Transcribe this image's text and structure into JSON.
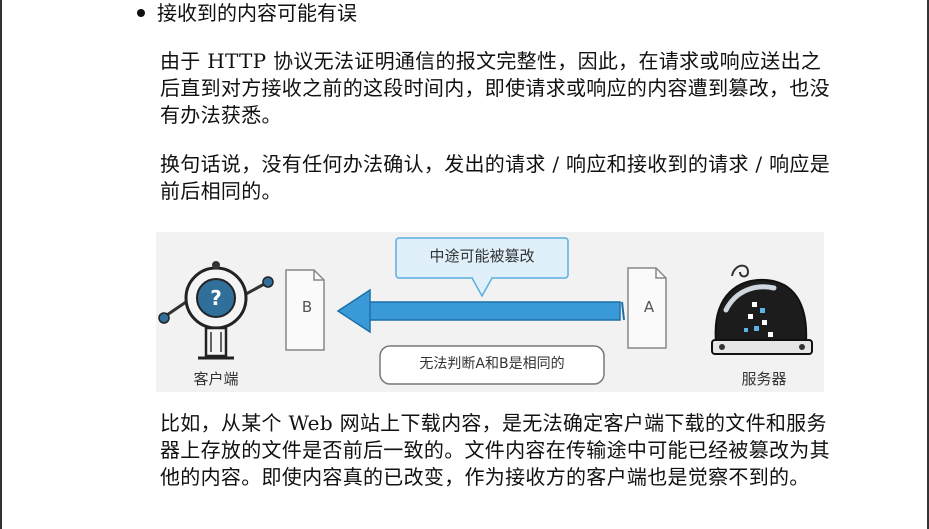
{
  "bullet": {
    "heading": "接收到的内容可能有误"
  },
  "paragraphs": {
    "p1": "由于 HTTP 协议无法证明通信的报文完整性，因此，在请求或响应送出之后直到对方接收之前的这段时间内，即使请求或响应的内容遭到篡改，也没有办法获悉。",
    "p2": "换句话说，没有任何办法确认，发出的请求 / 响应和接收到的请求 / 响应是前后相同的。",
    "p3": "比如，从某个 Web 网站上下载内容，是无法确定客户端下载的文件和服务器上存放的文件是否前后一致的。文件内容在传输途中可能已经被篡改为其他的内容。即使内容真的已改变，作为接收方的客户端也是觉察不到的。"
  },
  "figure": {
    "callout": "中途可能被篡改",
    "note": "无法判断A和B是相同的",
    "doc_b": "B",
    "doc_a": "A",
    "client": "客户端",
    "server": "服务器",
    "client_icon": "robot-client-icon",
    "server_icon": "dome-server-icon",
    "arrow_color": "#3a9ad8",
    "callout_border_color": "#5aaee0"
  }
}
